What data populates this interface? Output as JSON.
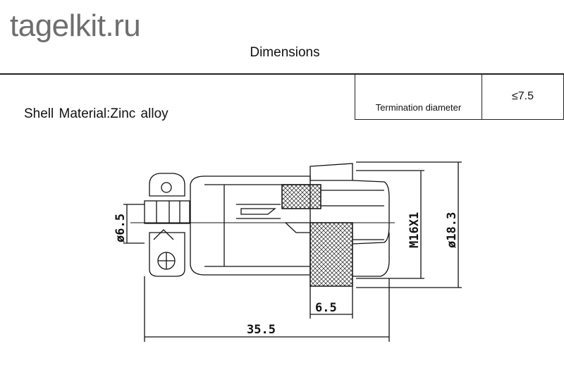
{
  "watermark": "tagelkit.ru",
  "title": "Dimensions",
  "spec_table": {
    "label": "Termination diameter",
    "value": "≤7.5"
  },
  "material": "Shell  Material:Zinc alloy",
  "dimensions": {
    "cable_diameter": "ø6.5",
    "thread": "M16X1",
    "outer_diameter": "ø18.3",
    "flange_length": "6.5",
    "total_length": "35.5"
  },
  "colors": {
    "line": "#111111",
    "watermark": "#6e6e6e"
  }
}
